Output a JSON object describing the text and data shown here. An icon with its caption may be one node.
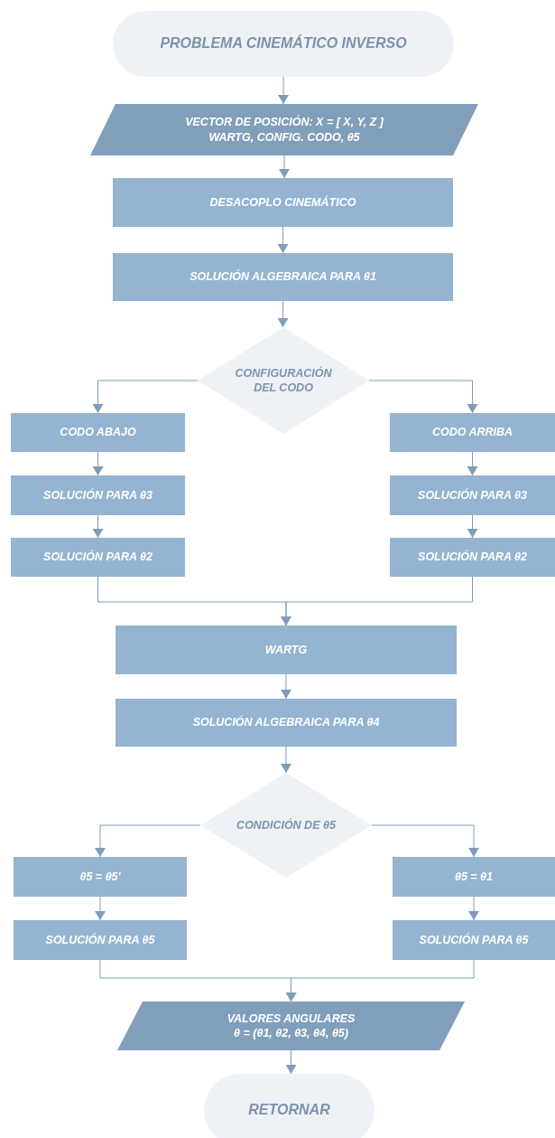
{
  "diagram": {
    "nodes": [
      {
        "text": [
          "PROBLEMA CINEMÁTICO INVERSO"
        ]
      },
      {
        "text": [
          "VECTOR DE POSICIÓN: X = [ X, Y, Z ]",
          "WARTG, CONFIG. CODO, θ5"
        ]
      },
      {
        "text": [
          "DESACOPLO CINEMÁTICO"
        ]
      },
      {
        "text": [
          "SOLUCIÓN ALGEBRAICA PARA θ1"
        ]
      },
      {
        "text": [
          "CONFIGURACIÓN DEL CODO"
        ]
      },
      {
        "text": [
          "CODO ABAJO"
        ]
      },
      {
        "text": [
          "CODO ARRIBA"
        ]
      },
      {
        "text": [
          "SOLUCIÓN PARA θ3"
        ]
      },
      {
        "text": [
          "SOLUCIÓN PARA θ3"
        ]
      },
      {
        "text": [
          "SOLUCIÓN PARA θ2"
        ]
      },
      {
        "text": [
          "SOLUCIÓN PARA θ2"
        ]
      },
      {
        "text": [
          "WARTG"
        ]
      },
      {
        "text": [
          "SOLUCIÓN ALGEBRAICA PARA θ4"
        ]
      },
      {
        "text": [
          "CONDICIÓN DE θ5"
        ]
      },
      {
        "text": [
          "θ5 = θ5'"
        ]
      },
      {
        "text": [
          "θ5 = θ1"
        ]
      },
      {
        "text": [
          "SOLUCIÓN PARA θ5"
        ]
      },
      {
        "text": [
          "SOLUCIÓN PARA θ5"
        ]
      },
      {
        "text": [
          "VALORES ANGULARES",
          "θ = (θ1, θ2, θ3, θ4, θ5)"
        ]
      },
      {
        "text": [
          "RETORNAR"
        ]
      }
    ],
    "edges": [
      {
        "from": 0,
        "to": 1,
        "arrow": "to"
      },
      {
        "from": 1,
        "to": 2,
        "arrow": "to"
      },
      {
        "from": 2,
        "to": 3,
        "arrow": "to"
      },
      {
        "from": 3,
        "to": 4,
        "arrow": "to"
      },
      {
        "from": 4,
        "to": 5,
        "arrow": "to"
      },
      {
        "from": 4,
        "to": 6,
        "arrow": "to"
      },
      {
        "from": 5,
        "to": 7,
        "arrow": "to"
      },
      {
        "from": 6,
        "to": 8,
        "arrow": "to"
      },
      {
        "from": 7,
        "to": 9,
        "arrow": "to"
      },
      {
        "from": 8,
        "to": 10,
        "arrow": "to"
      },
      {
        "from": 9,
        "to": 11,
        "arrow": "to"
      },
      {
        "from": 10,
        "to": 11,
        "arrow": "to"
      },
      {
        "from": 11,
        "to": 12,
        "arrow": "to"
      },
      {
        "from": 12,
        "to": 13,
        "arrow": "to"
      },
      {
        "from": 13,
        "to": 14,
        "arrow": "to"
      },
      {
        "from": 13,
        "to": 15,
        "arrow": "to"
      },
      {
        "from": 14,
        "to": 16,
        "arrow": "to"
      },
      {
        "from": 15,
        "to": 17,
        "arrow": "to"
      },
      {
        "from": 16,
        "to": 18,
        "arrow": "to"
      },
      {
        "from": 17,
        "to": 18,
        "arrow": "to"
      },
      {
        "from": 18,
        "to": 19,
        "arrow": "to"
      }
    ]
  }
}
